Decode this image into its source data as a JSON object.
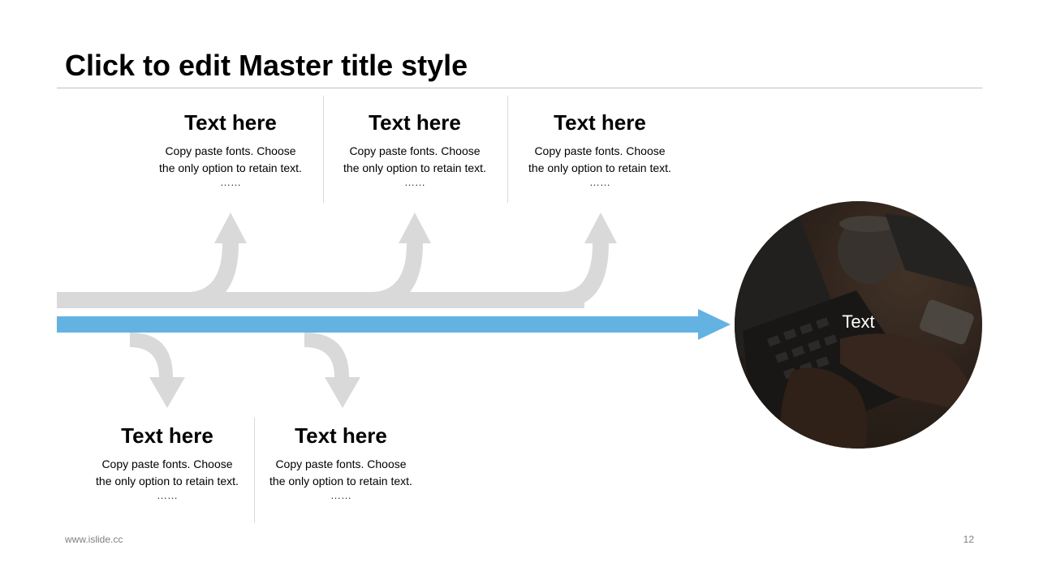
{
  "slide": {
    "title": "Click to edit Master title style",
    "footer_url": "www.islide.cc",
    "page_number": "12"
  },
  "top_blocks": [
    {
      "heading": "Text here",
      "body_line1": "Copy paste fonts. Choose",
      "body_line2": "the only option to retain text.",
      "dots": "……"
    },
    {
      "heading": "Text here",
      "body_line1": "Copy paste fonts. Choose",
      "body_line2": "the only option to retain text.",
      "dots": "……"
    },
    {
      "heading": "Text here",
      "body_line1": "Copy paste fonts. Choose",
      "body_line2": "the only option to retain text.",
      "dots": "……"
    }
  ],
  "bottom_blocks": [
    {
      "heading": "Text here",
      "body_line1": "Copy paste fonts. Choose",
      "body_line2": "the only option to retain text.",
      "dots": "……"
    },
    {
      "heading": "Text here",
      "body_line1": "Copy paste fonts. Choose",
      "body_line2": "the only option to retain text.",
      "dots": "……"
    }
  ],
  "photo": {
    "label": "Text"
  },
  "colors": {
    "main_arrow": "#63b2e2",
    "branch_arrows": "#d9d9d9",
    "text": "#000000"
  }
}
